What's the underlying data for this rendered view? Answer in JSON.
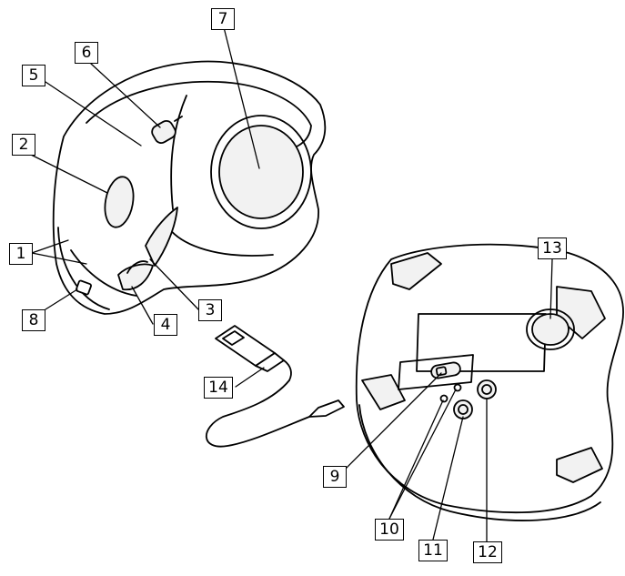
{
  "callouts": [
    {
      "id": "1",
      "label": "1"
    },
    {
      "id": "2",
      "label": "2"
    },
    {
      "id": "3",
      "label": "3"
    },
    {
      "id": "4",
      "label": "4"
    },
    {
      "id": "5",
      "label": "5"
    },
    {
      "id": "6",
      "label": "6"
    },
    {
      "id": "7",
      "label": "7"
    },
    {
      "id": "8",
      "label": "8"
    },
    {
      "id": "9",
      "label": "9"
    },
    {
      "id": "10",
      "label": "10"
    },
    {
      "id": "11",
      "label": "11"
    },
    {
      "id": "12",
      "label": "12"
    },
    {
      "id": "13",
      "label": "13"
    },
    {
      "id": "14",
      "label": "14"
    }
  ],
  "colors": {
    "line": "#000000",
    "shade": "#f2f2f2",
    "background": "#ffffff"
  }
}
